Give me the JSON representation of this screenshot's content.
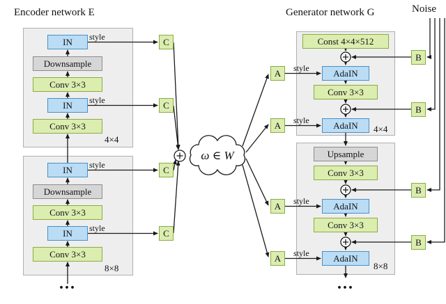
{
  "titles": {
    "encoder": "Encoder network E",
    "generator": "Generator network G",
    "noise": "Noise"
  },
  "labels": {
    "style": "style",
    "c": "C",
    "a": "A",
    "b": "B",
    "dots": "...",
    "sum_node": "⊕",
    "cloud": "ω ∈ W"
  },
  "encoder": {
    "block44": {
      "in1": "IN",
      "downsample": "Downsample",
      "conv1": "Conv 3×3",
      "in2": "IN",
      "conv2": "Conv 3×3",
      "res": "4×4"
    },
    "block88": {
      "in1": "IN",
      "downsample": "Downsample",
      "conv1": "Conv 3×3",
      "in2": "IN",
      "conv2": "Conv 3×3",
      "res": "8×8"
    }
  },
  "generator": {
    "block44": {
      "const": "Const 4×4×512",
      "adain1": "AdaIN",
      "conv1": "Conv 3×3",
      "adain2": "AdaIN",
      "res": "4×4"
    },
    "block88": {
      "upsample": "Upsample",
      "conv1": "Conv 3×3",
      "adain1": "AdaIN",
      "conv2": "Conv 3×3",
      "adain2": "AdaIN",
      "res": "8×8"
    }
  },
  "colors": {
    "blue_fill": "#badcf5",
    "blue_border": "#4a90c4",
    "green_fill": "#dcedb0",
    "green_border": "#8aab44",
    "gray_fill": "#d6d6d6",
    "gray_border": "#8c8c8c",
    "panel_fill": "#eeeeee",
    "panel_border": "#b0b0b0",
    "line": "#1a1a1a"
  }
}
